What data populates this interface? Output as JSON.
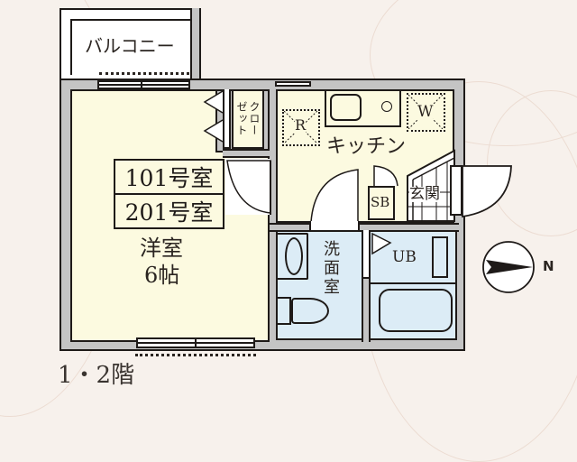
{
  "floor_plan": {
    "floor_label": "1・2階",
    "room_numbers": [
      "101号室",
      "201号室"
    ],
    "rooms": {
      "western_room": {
        "name": "洋室",
        "size": "6帖"
      },
      "balcony": {
        "name": "バルコニー"
      },
      "closet": {
        "name": "クローゼット",
        "line1": "クロー",
        "line2": "ゼット"
      },
      "kitchen": {
        "name": "キッチン"
      },
      "entrance": {
        "name": "玄関"
      },
      "shoe_box": {
        "name": "SB"
      },
      "washroom": {
        "name": "洗面室"
      },
      "unit_bath": {
        "name": "UB"
      }
    },
    "fixtures": {
      "refrigerator": "R",
      "washing_machine": "W"
    },
    "compass": {
      "direction": "N"
    }
  },
  "colors": {
    "background": "#f7f1ec",
    "wall": "#c4c4c4",
    "room_fill": "#fcfae0",
    "wet_area_fill": "#dcecf6",
    "line": "#1e1a18"
  }
}
